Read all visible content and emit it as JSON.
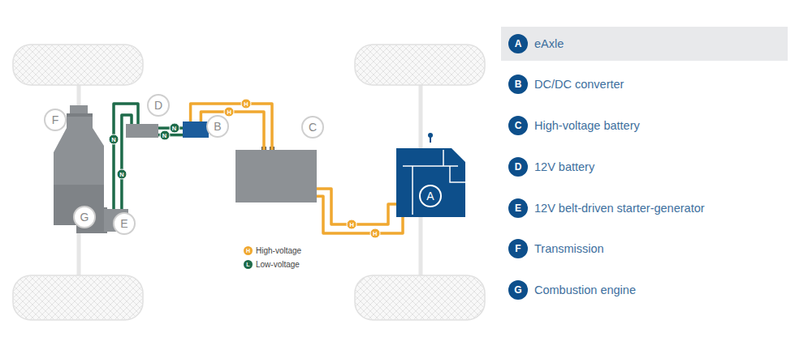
{
  "diagram": {
    "nodes": [
      {
        "text": [
          "F",
          "G"
        ]
      },
      {
        "text": [
          "E"
        ]
      },
      {
        "text": [
          "D"
        ]
      },
      {
        "text": [
          "B"
        ]
      },
      {
        "text": [
          "C"
        ]
      },
      {
        "text": [
          "A"
        ]
      },
      {
        "text": [
          "eAxle"
        ]
      },
      {
        "text": [
          "A"
        ],
        "in": 6
      },
      {
        "text": [
          "DC/DC converter"
        ]
      },
      {
        "text": [
          "B"
        ],
        "in": 8
      },
      {
        "text": [
          "High-voltage battery"
        ]
      },
      {
        "text": [
          "C"
        ],
        "in": 10
      },
      {
        "text": [
          "12V battery"
        ]
      },
      {
        "text": [
          "D"
        ],
        "in": 12
      },
      {
        "text": [
          "12V belt-driven starter-generator"
        ]
      },
      {
        "text": [
          "E"
        ],
        "in": 14
      },
      {
        "text": [
          "Transmission"
        ]
      },
      {
        "text": [
          "F"
        ],
        "in": 16
      },
      {
        "text": [
          "Combustion engine"
        ]
      },
      {
        "text": [
          "G"
        ],
        "in": 18
      }
    ],
    "edges": [
      {
        "from": 1,
        "to": 2,
        "arrow": "none",
        "label": "N"
      },
      {
        "from": 1,
        "to": 2,
        "arrow": "none",
        "label": "N"
      },
      {
        "from": 2,
        "to": 3,
        "arrow": "none",
        "label": "N"
      },
      {
        "from": 2,
        "to": 3,
        "arrow": "none",
        "label": "N"
      },
      {
        "from": 3,
        "to": 4,
        "arrow": "none",
        "label": "H"
      },
      {
        "from": 3,
        "to": 4,
        "arrow": "none",
        "label": "H"
      },
      {
        "from": 4,
        "to": 5,
        "arrow": "none",
        "label": "H"
      },
      {
        "from": 4,
        "to": 5,
        "arrow": "none",
        "label": "H"
      }
    ],
    "labels": [
      "H",
      "L"
    ],
    "legend": [
      {
        "text": "High-voltage",
        "color": "#f0a830"
      },
      {
        "text": "Low-voltage",
        "color": "#1e6b4a"
      }
    ]
  }
}
